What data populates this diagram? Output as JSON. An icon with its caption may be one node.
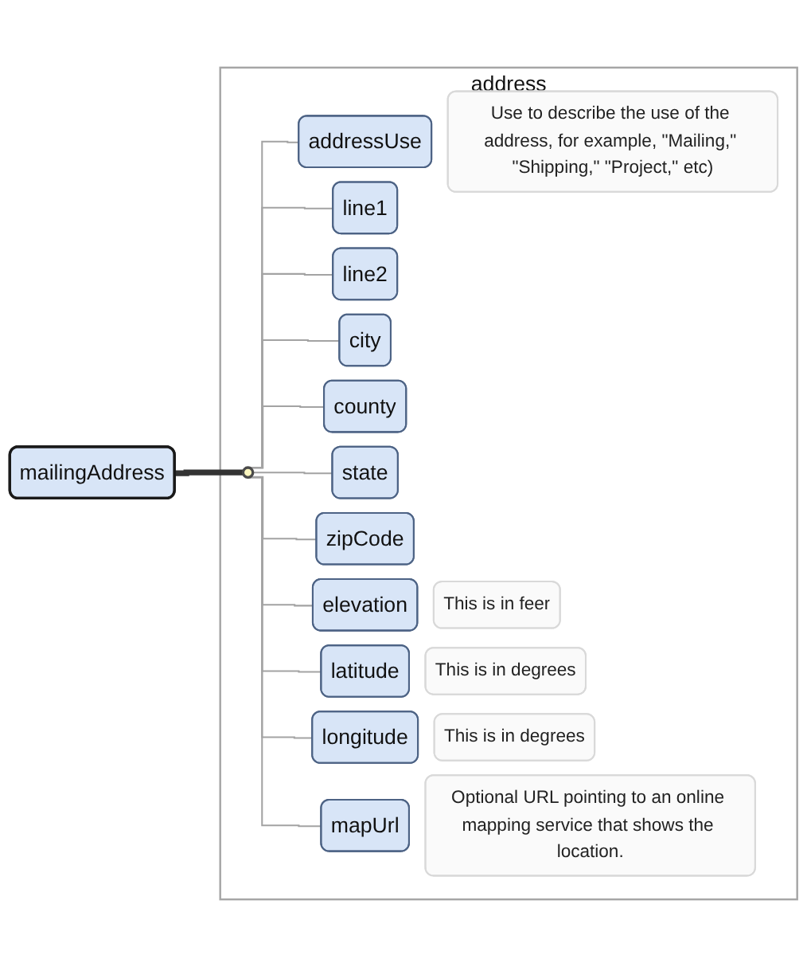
{
  "diagram": {
    "nodes": [
      {
        "text": [
          "mailingAddress"
        ]
      },
      {
        "text": [
          "address"
        ]
      },
      {
        "text": [],
        "shape": "circle",
        "in": 1
      },
      {
        "text": [
          "addressUse"
        ],
        "in": 1,
        "beside": [
          "Use to describe the use of the address, for example, \"Mailing,\" \"Shipping,\" \"Project,\" etc)"
        ]
      },
      {
        "text": [
          "line1"
        ],
        "in": 1
      },
      {
        "text": [
          "line2"
        ],
        "in": 1
      },
      {
        "text": [
          "city"
        ],
        "in": 1
      },
      {
        "text": [
          "county"
        ],
        "in": 1
      },
      {
        "text": [
          "state"
        ],
        "in": 1
      },
      {
        "text": [
          "zipCode"
        ],
        "in": 1
      },
      {
        "text": [
          "elevation"
        ],
        "in": 1,
        "beside": [
          "This is in feer"
        ]
      },
      {
        "text": [
          "latitude"
        ],
        "in": 1,
        "beside": [
          "This is in degrees"
        ]
      },
      {
        "text": [
          "longitude"
        ],
        "in": 1,
        "beside": [
          "This is in degrees"
        ]
      },
      {
        "text": [
          "mapUrl"
        ],
        "in": 1,
        "beside": [
          "Optional URL pointing to an online mapping service that shows the location."
        ]
      }
    ],
    "edges": [
      {
        "from": 0,
        "to": 2,
        "arrow": "none",
        "style": "thick",
        "color": "#333333"
      },
      {
        "from": 2,
        "to": 3,
        "arrow": "none"
      },
      {
        "from": 2,
        "to": 4,
        "arrow": "none"
      },
      {
        "from": 2,
        "to": 5,
        "arrow": "none"
      },
      {
        "from": 2,
        "to": 6,
        "arrow": "none"
      },
      {
        "from": 2,
        "to": 7,
        "arrow": "none"
      },
      {
        "from": 2,
        "to": 8,
        "arrow": "none"
      },
      {
        "from": 2,
        "to": 9,
        "arrow": "none"
      },
      {
        "from": 2,
        "to": 10,
        "arrow": "none"
      },
      {
        "from": 2,
        "to": 11,
        "arrow": "none"
      },
      {
        "from": 2,
        "to": 12,
        "arrow": "none"
      },
      {
        "from": 2,
        "to": 13,
        "arrow": "none"
      }
    ]
  }
}
